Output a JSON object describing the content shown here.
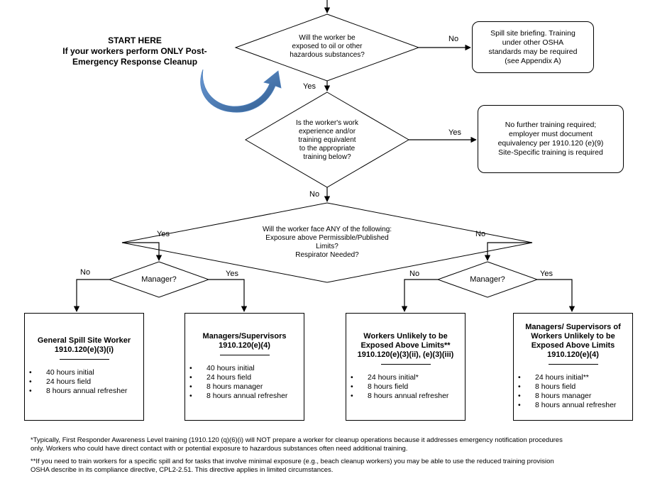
{
  "start": {
    "line1": "START HERE",
    "line2": "If your workers perform ONLY Post-",
    "line3": "Emergency Response Cleanup"
  },
  "q1": {
    "text_lines": [
      "Will the worker be",
      "exposed to oil or other",
      "hazardous substances?"
    ],
    "yes": "Yes",
    "no": "No"
  },
  "q1_no_box": {
    "lines": [
      "Spill site briefing.  Training",
      "under other OSHA",
      "standards may be required",
      "(see Appendix A)"
    ]
  },
  "q2": {
    "text_lines": [
      "Is the worker's work",
      "experience and/or",
      "training equivalent",
      "to the appropriate",
      "training below?"
    ],
    "yes": "Yes",
    "no": "No"
  },
  "q2_yes_box": {
    "lines": [
      "No further training required;",
      "employer must document",
      "equivalency per 1910.120 (e)(9)",
      "Site-Specific training is required"
    ]
  },
  "q3": {
    "text_lines": [
      "Will the worker face ANY of the following:",
      "Exposure above Permissible/Published",
      "Limits?",
      "Respirator Needed?"
    ],
    "yes": "Yes",
    "no": "No"
  },
  "mgr_left": {
    "text": "Manager?",
    "no": "No",
    "yes": "Yes"
  },
  "mgr_right": {
    "text": "Manager?",
    "no": "No",
    "yes": "Yes"
  },
  "boxes": [
    {
      "head": [
        "General Spill Site Worker",
        "1910.120(e)(3)(i)"
      ],
      "items": [
        "40 hours initial",
        "24 hours field",
        "8 hours annual refresher"
      ]
    },
    {
      "head": [
        "Managers/Supervisors",
        "1910.120(e)(4)"
      ],
      "items": [
        "40 hours initial",
        "24 hours field",
        "8 hours manager",
        "8 hours annual refresher"
      ]
    },
    {
      "head": [
        "Workers Unlikely to be",
        "Exposed Above Limits**",
        "1910.120(e)(3)(ii), (e)(3)(iii)"
      ],
      "items": [
        "24 hours initial*",
        "8 hours field",
        "8 hours annual refresher"
      ]
    },
    {
      "head": [
        "Managers/ Supervisors of",
        "Workers Unlikely to be",
        "Exposed Above Limits",
        "1910.120(e)(4)"
      ],
      "items": [
        "24 hours initial**",
        "8 hours field",
        "8 hours manager",
        "8 hours annual refresher"
      ]
    }
  ],
  "bullet": "•",
  "footnotes": {
    "f1_line1": "*Typically, First Responder Awareness Level training (1910.120 (q)(6)(i) will NOT prepare a worker for cleanup operations because it addresses emergency notification procedures",
    "f1_line2": "only. Workers who could have direct contact with or potential exposure to hazardous substances often need additional training.",
    "f2_line1": "**If you need to train workers for a specific spill and for tasks that involve minimal exposure (e.g., beach cleanup workers) you may be able to use the reduced training provision",
    "f2_line2": "OSHA describe in its compliance directive, CPL2-2.51. This directive applies in limited circumstances."
  },
  "colors": {
    "arrow_blue": "#4f81bd",
    "arrow_dark": "#2f5c8f",
    "line": "#000000"
  }
}
